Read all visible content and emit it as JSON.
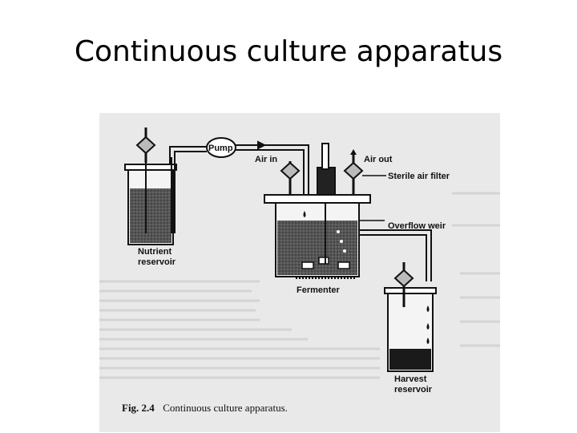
{
  "slide": {
    "title": "Continuous culture apparatus"
  },
  "figure": {
    "labels": {
      "pump": "Pump",
      "air_in": "Air in",
      "air_out": "Air out",
      "sterile_air_filter": "Sterile air filter",
      "overflow_weir": "Overflow weir",
      "nutrient_line1": "Nutrient",
      "nutrient_line2": "reservoir",
      "fermenter": "Fermenter",
      "harvest_line1": "Harvest",
      "harvest_line2": "reservoir"
    },
    "caption": {
      "fig_no": "Fig. 2.4",
      "text": "Continuous culture apparatus."
    }
  }
}
